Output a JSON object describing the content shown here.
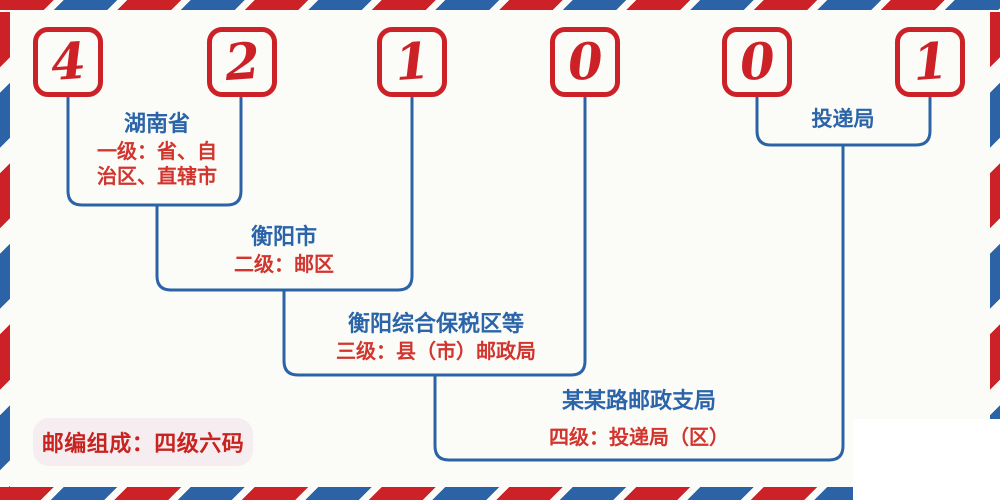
{
  "colors": {
    "accent_red": "#cc2127",
    "accent_blue": "#2c63a6",
    "text_red": "#d2342e",
    "text_blue": "#2b64a8",
    "background": "#fbfcf8",
    "badge_background": "#f5edf0"
  },
  "postal_code": {
    "digits": [
      "4",
      "2",
      "1",
      "0",
      "0",
      "1"
    ]
  },
  "levels": [
    {
      "name": "湖南省",
      "desc": "一级：省、自\n治区、直辖市"
    },
    {
      "name": "衡阳市",
      "desc": "二级：邮区"
    },
    {
      "name": "衡阳综合保税区等",
      "desc": "三级：县（市）邮政局"
    },
    {
      "name": "某某路邮政支局",
      "desc": "四级：投递局（区）"
    },
    {
      "name": "投递局",
      "desc": ""
    }
  ],
  "footer": {
    "badge": "邮编组成：四级六码"
  }
}
